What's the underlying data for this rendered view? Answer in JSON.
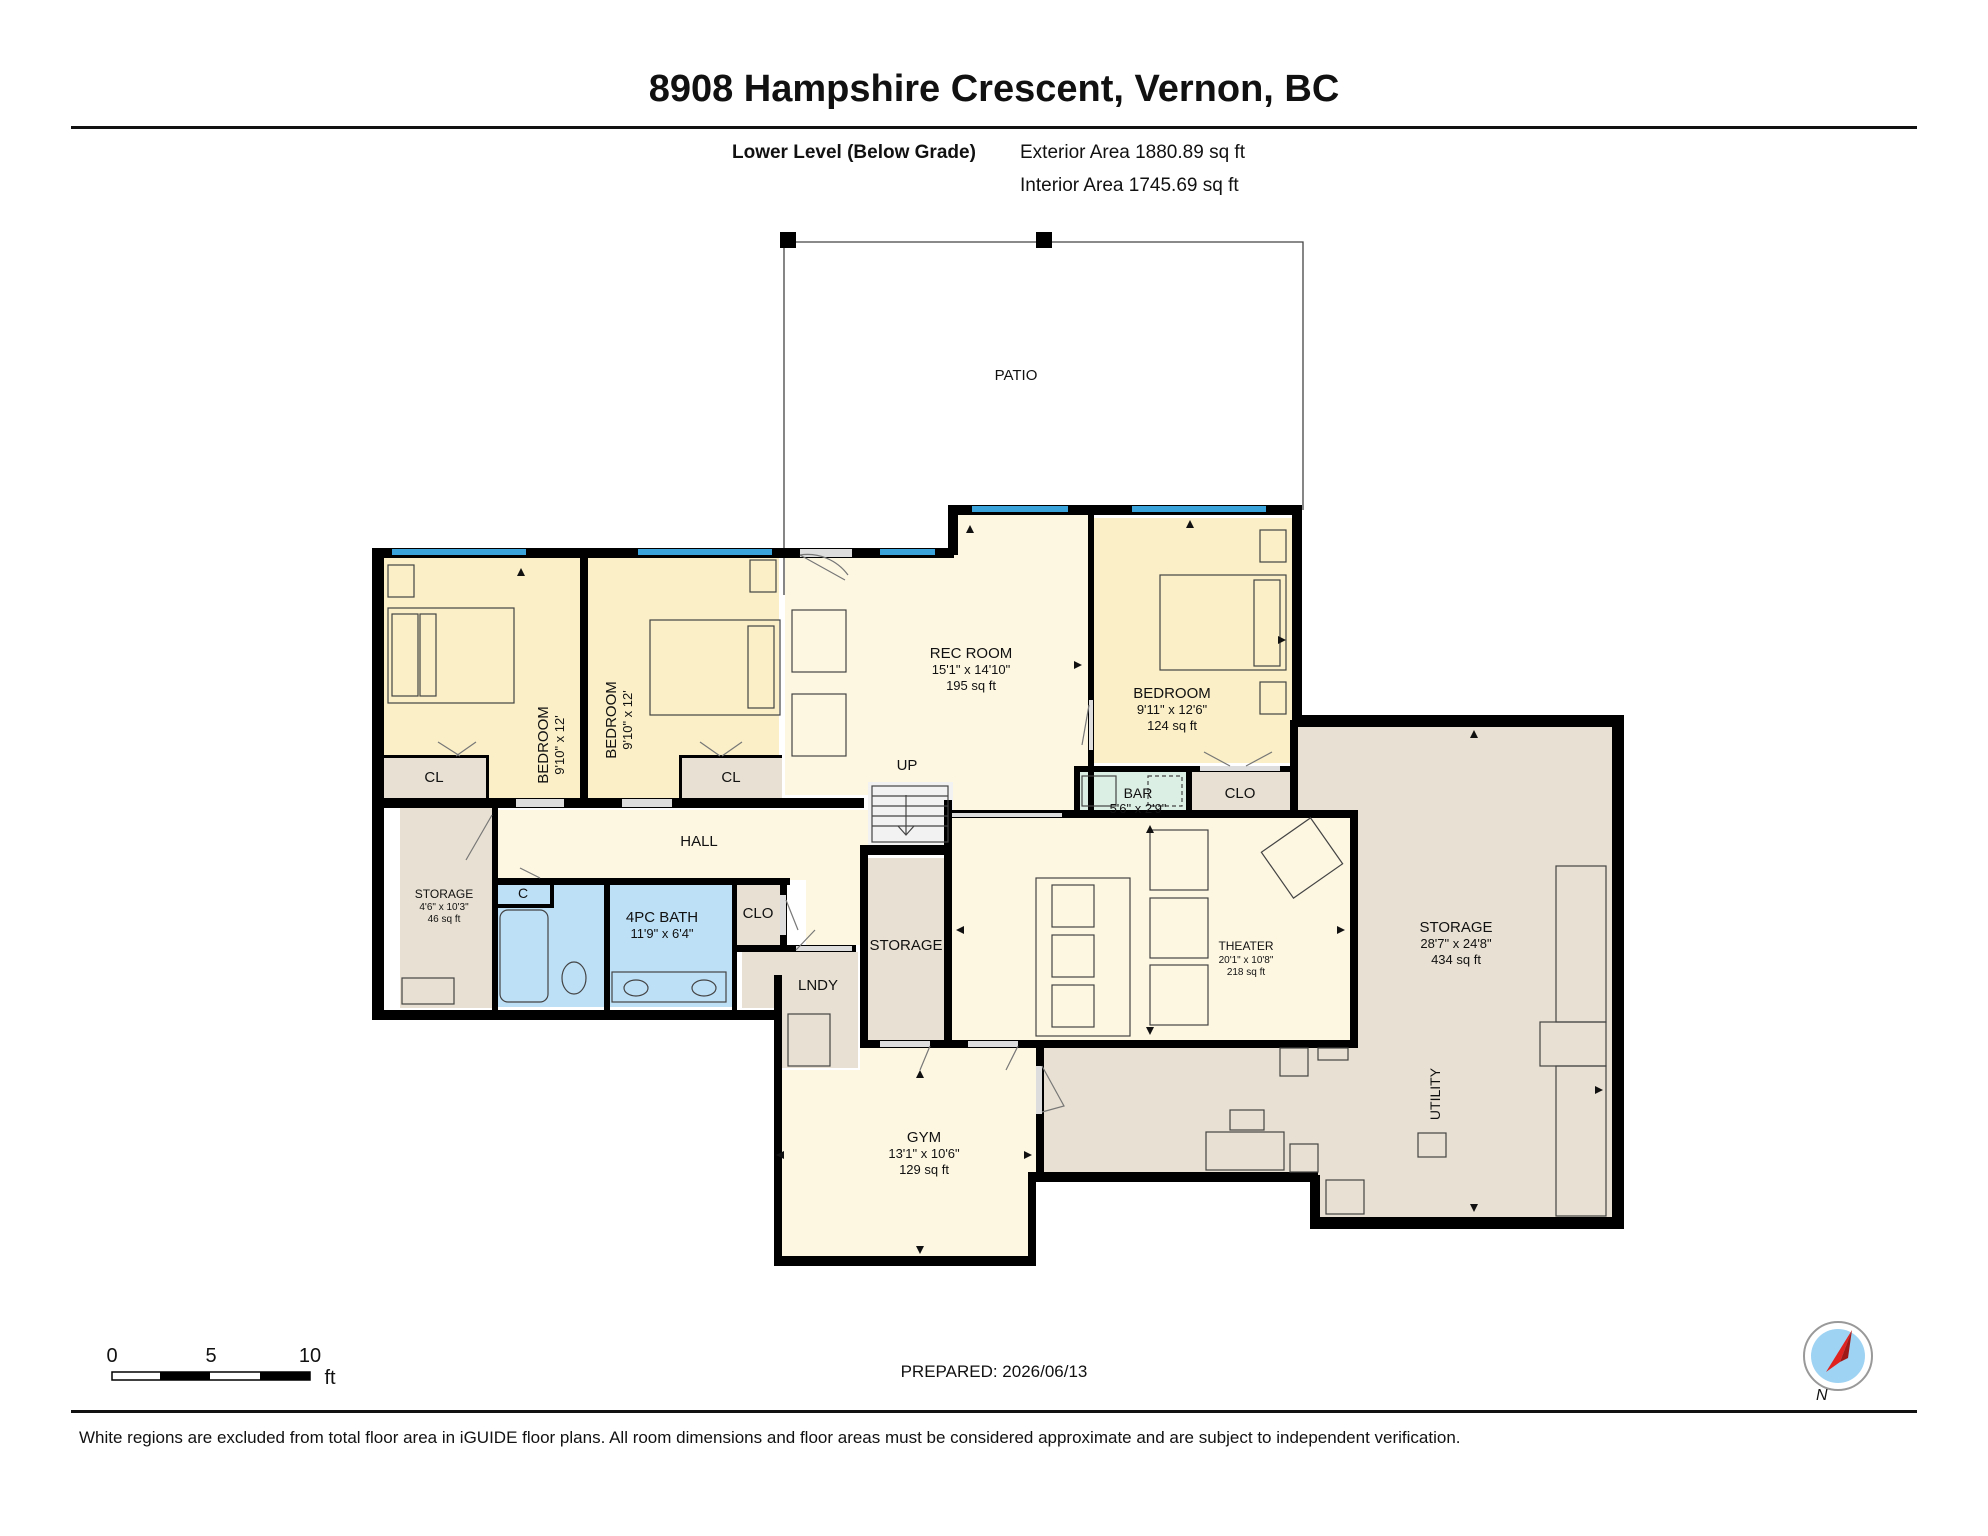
{
  "title": "8908 Hampshire Crescent, Vernon, BC",
  "level": {
    "name": "Lower Level (Below Grade)",
    "exterior_area": "Exterior Area 1880.89 sq ft",
    "interior_area": "Interior Area 1745.69 sq ft"
  },
  "rooms": {
    "patio": {
      "name": "PATIO"
    },
    "rec_room": {
      "name": "REC ROOM",
      "dims": "15'1\" x 14'10\"",
      "area": "195 sq ft"
    },
    "bedroom_east": {
      "name": "BEDROOM",
      "dims": "9'11\" x 12'6\"",
      "area": "124 sq ft"
    },
    "bedroom_west": {
      "name": "BEDROOM",
      "dims": "9'10\" x 12'"
    },
    "bedroom_mid": {
      "name": "BEDROOM",
      "dims": "9'10\" x 12'"
    },
    "closet_west": {
      "name": "CL"
    },
    "closet_mid": {
      "name": "CL"
    },
    "closet_east": {
      "name": "CLO"
    },
    "closet_bath": {
      "name": "CLO"
    },
    "closet_c": {
      "name": "C"
    },
    "up": {
      "name": "UP"
    },
    "hall": {
      "name": "HALL"
    },
    "bar": {
      "name": "BAR",
      "dims": "5'6\" x 2'9\""
    },
    "storage_small": {
      "name": "STORAGE",
      "dims": "4'6\" x 10'3\"",
      "area": "46 sq ft"
    },
    "bath": {
      "name": "4PC BATH",
      "dims": "11'9\" x 6'4\""
    },
    "lndy": {
      "name": "LNDY"
    },
    "storage_mid": {
      "name": "STORAGE"
    },
    "theater": {
      "name": "THEATER",
      "dims": "20'1\" x 10'8\"",
      "area": "218 sq ft"
    },
    "storage_large": {
      "name": "STORAGE",
      "dims": "28'7\" x 24'8\"",
      "area": "434 sq ft"
    },
    "utility": {
      "name": "UTILITY"
    },
    "gym": {
      "name": "GYM",
      "dims": "13'1\" x 10'6\"",
      "area": "129 sq ft"
    }
  },
  "scale": {
    "ticks": [
      "0",
      "5",
      "10"
    ],
    "unit": "ft"
  },
  "compass": {
    "label": "N"
  },
  "prepared": "PREPARED: 2026/06/13",
  "footer": "White regions are excluded from total floor area in iGUIDE floor plans. All room dimensions and floor areas must be considered approximate and are subject to independent verification.",
  "colors": {
    "bedroom_fill": "#faefc6",
    "living_fill": "#fdf7e2",
    "storage_fill": "#e8e0d2",
    "bath_fill": "#bde0f7",
    "wall": "#000000",
    "window": "#3aa3d9",
    "compass_needle": "#e0221e",
    "compass_face": "#9fd3f3"
  }
}
